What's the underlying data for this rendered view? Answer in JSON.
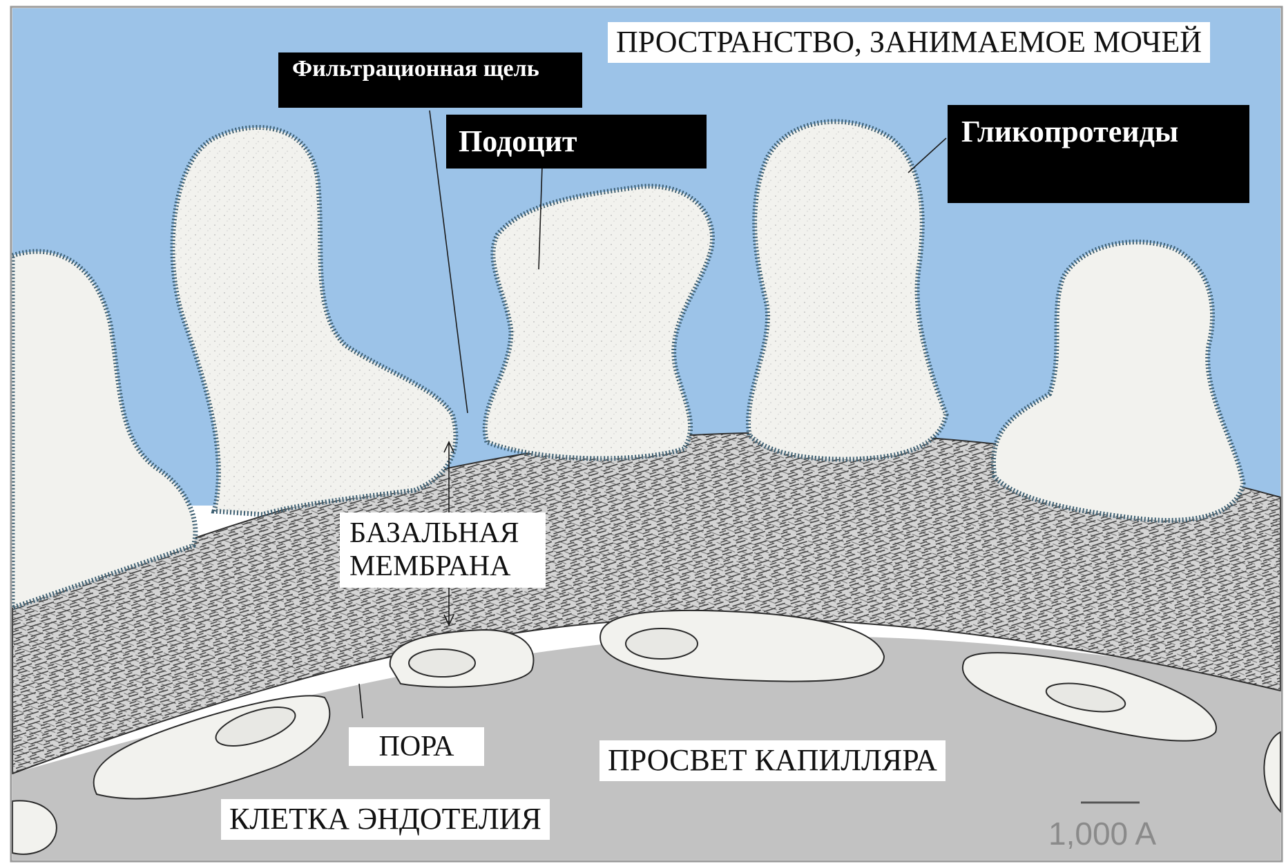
{
  "diagram": {
    "labels": {
      "urine_space": "ПРОСТРАНСТВО, ЗАНИМАЕМОЕ МОЧЕЙ",
      "filtration_slit": "Фильтрационная щель",
      "podocyte": "Подоцит",
      "glycoproteins": "Гликопротеиды",
      "basal_membrane_line1": "БАЗАЛЬНАЯ",
      "basal_membrane_line2": "МЕМБРАНА",
      "pore": "ПОРА",
      "capillary_lumen": "ПРОСВЕТ КАПИЛЛЯРА",
      "endothelial_cell": "КЛЕТКА ЭНДОТЕЛИЯ",
      "scale": "1,000 A"
    },
    "colors": {
      "urine_space": "#9cc3e8",
      "cell_fill": "#f2f2ee",
      "membrane": "#cfcfcf",
      "capillary": "#c2c2c2",
      "ink": "#2a2a2a",
      "fringe": "#3d5f72"
    }
  }
}
